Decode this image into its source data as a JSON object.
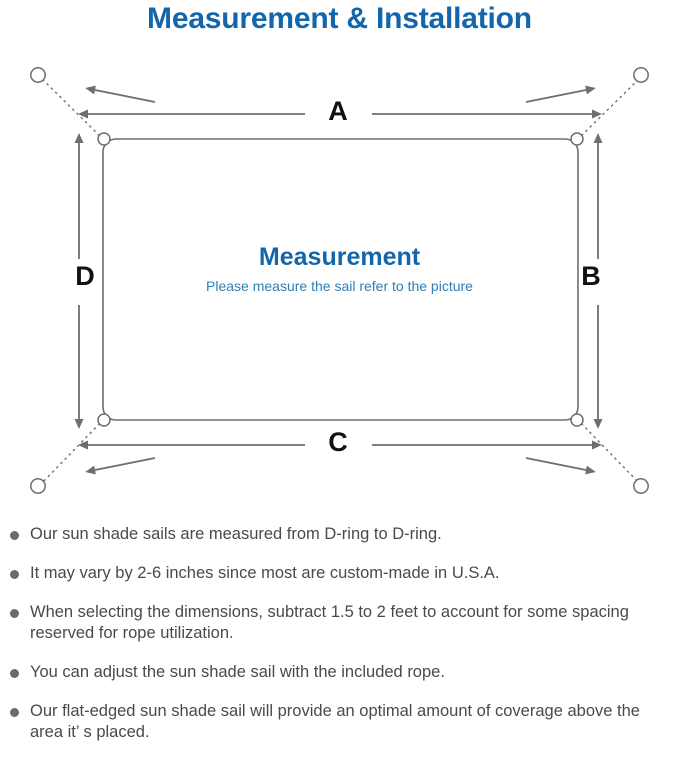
{
  "page": {
    "title": "Measurement & Installation",
    "title_color": "#1366ab"
  },
  "diagram": {
    "center_title": "Measurement",
    "center_subtitle": "Please measure the sail refer to the picture",
    "center_title_color": "#1366ab",
    "center_subtitle_color": "#2f7fb5",
    "sail_outline_color": "#6e6e6e",
    "arrow_color": "#6e6e6e",
    "dashed_rope_color": "#6e6e6e",
    "anchor_ring_color": "#6e6e6e",
    "dimensions": {
      "top": "A",
      "right": "B",
      "bottom": "C",
      "left": "D"
    },
    "dimension_label_color": "#111111",
    "d_ring_count": 4,
    "anchor_point_count": 4
  },
  "notes": {
    "bullet_color": "#6b6b6b",
    "text_color": "#4a4a4a",
    "items": [
      "Our sun shade sails are measured from D-ring to D-ring.",
      "It may vary by 2-6 inches since most are custom-made in U.S.A.",
      "When selecting the dimensions, subtract 1.5 to 2 feet to account for some spacing reserved for rope utilization.",
      "You can adjust the sun shade sail with the included rope.",
      "Our flat-edged sun shade sail will provide an optimal amount of coverage above the area it’ s placed."
    ]
  }
}
